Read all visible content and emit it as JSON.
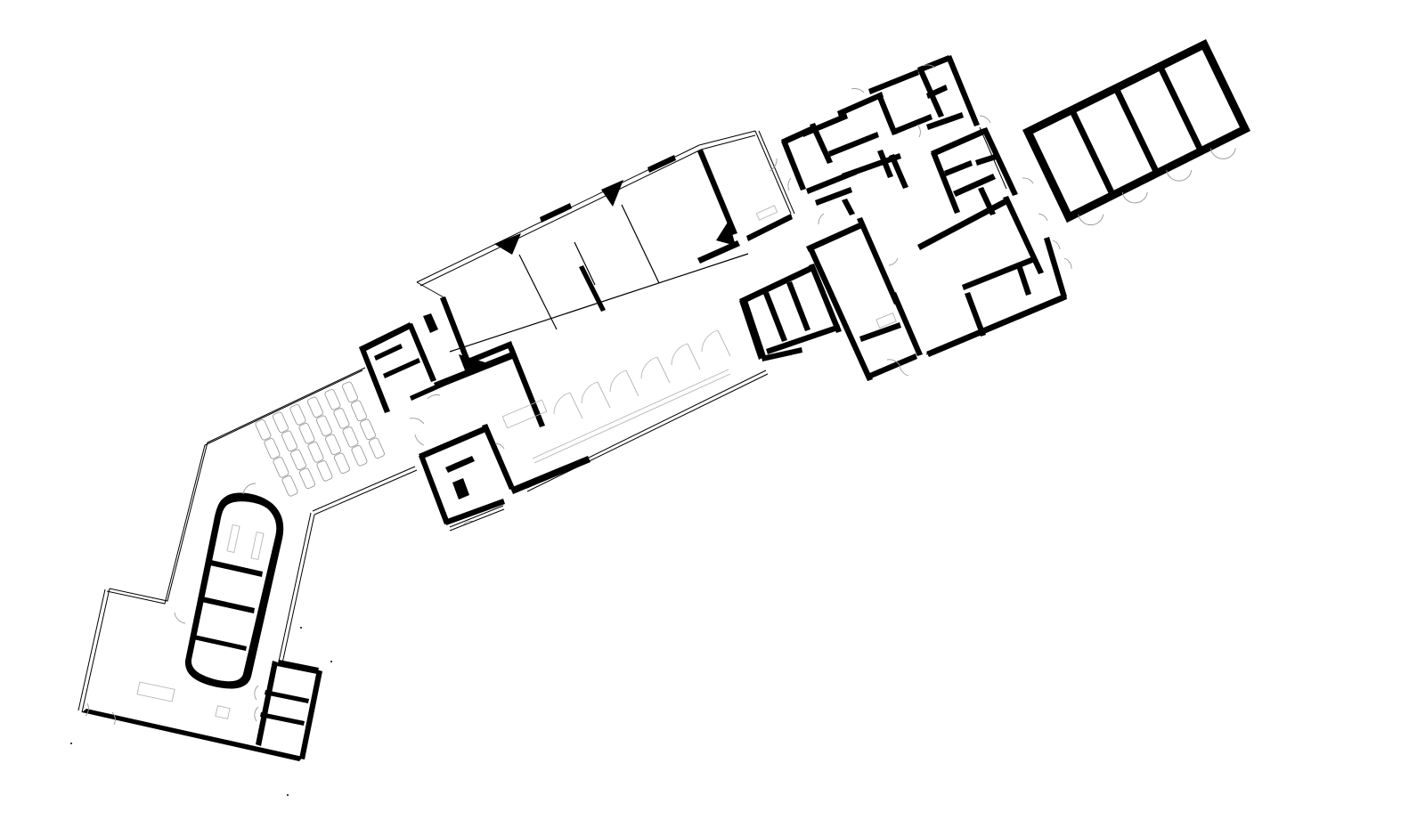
{
  "drawing": {
    "kind": "architectural floor plan",
    "colors": {
      "wall": "#000000",
      "glazing": "#000000",
      "door_swing": "#9a9a9a",
      "background": "#ffffff"
    },
    "parking_stalls": 24,
    "garage_bays": 4
  }
}
